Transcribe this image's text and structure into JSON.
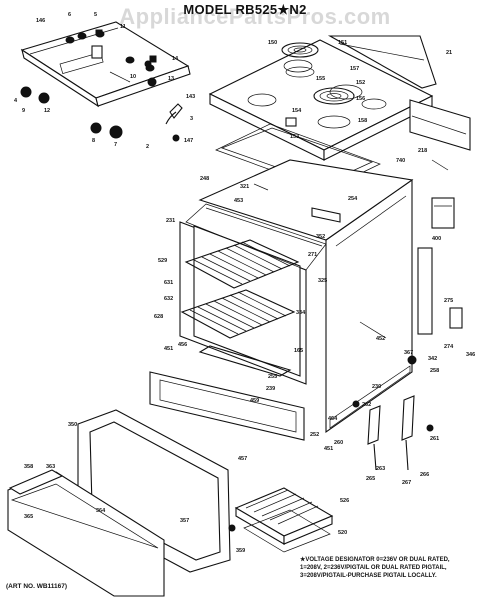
{
  "title": "MODEL RB525★N2",
  "watermark": "AppliancePartsPros.com",
  "art_no": "(ART NO. WB11167)",
  "note_lines": [
    "★VOLTAGE DESIGNATOR 0=236V OR DUAL RATED,",
    "1=208V, 2=236V/PIGTAIL OR DUAL RATED PIGTAIL,",
    "3=208V/PIGTAIL-PURCHASE PIGTAIL LOCALLY."
  ],
  "callouts": {
    "c146": "146",
    "c6": "6",
    "c5a": "5",
    "c11": "11",
    "c14": "14",
    "c13": "13",
    "c4": "4",
    "c9": "9",
    "c12": "12",
    "c143": "143",
    "c3": "3",
    "c147": "147",
    "c8": "8",
    "c7": "7",
    "c10": "10",
    "c2": "2",
    "c150": "150",
    "c151": "151",
    "c157": "157",
    "c155": "155",
    "c152": "152",
    "c156": "156",
    "c154": "154",
    "c153": "153",
    "c158": "158",
    "c21": "21",
    "c218": "218",
    "c740": "740",
    "c400": "400",
    "c248": "248",
    "c321": "321",
    "c453": "453",
    "c254": "254",
    "c352": "352",
    "c231": "231",
    "c271": "271",
    "c529": "529",
    "c631": "631",
    "c325": "325",
    "c632": "632",
    "c334": "334",
    "c628": "628",
    "c451": "451",
    "c456": "456",
    "c165": "165",
    "c452": "452",
    "c230": "230",
    "c275": "275",
    "c274": "274",
    "c346": "346",
    "c367": "367",
    "c342": "342",
    "c258": "258",
    "c255": "255",
    "c239": "239",
    "c459": "459",
    "c464": "464",
    "c252": "252",
    "c451b": "451",
    "c350": "350",
    "c457": "457",
    "c260": "260",
    "c262": "262",
    "c263": "263",
    "c265": "265",
    "c261": "261",
    "c267": "267",
    "c266": "266",
    "c358": "358",
    "c363": "363",
    "c364": "364",
    "c357": "357",
    "c365": "365",
    "c359": "359",
    "c526": "526",
    "c520": "520"
  }
}
